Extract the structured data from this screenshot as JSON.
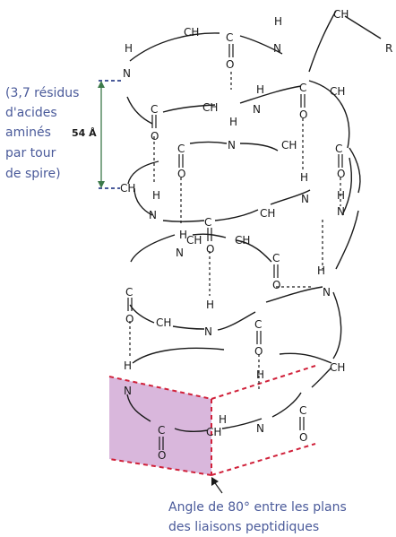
{
  "atoms": {
    "C": "C",
    "H": "H",
    "N": "N",
    "O": "O",
    "CH": "CH",
    "R": "R"
  },
  "annotations": {
    "residues_per_turn": [
      "(3,7 résidus",
      "d'acides",
      "aminés",
      "par tour",
      "de spire)"
    ],
    "pitch": "54 Å",
    "angle_note": [
      "Angle de 80° entre les plans",
      "des liaisons peptidiques"
    ]
  },
  "colors": {
    "plane_fill": "#d9b7dc",
    "plane_border": "#d0213a",
    "note_text": "#4a5a9a",
    "pitch_arrow": "#3d7a4a"
  }
}
